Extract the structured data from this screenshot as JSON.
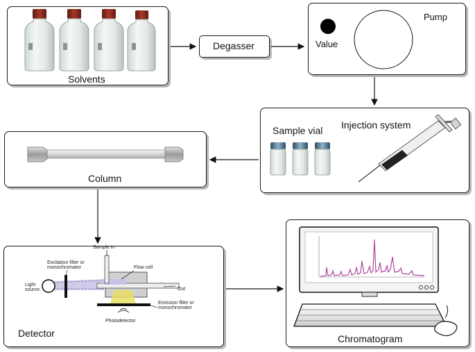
{
  "solvents": {
    "label": "Solvents"
  },
  "degasser": {
    "label": "Degasser"
  },
  "pump": {
    "label": "Pump",
    "value_label": "Value"
  },
  "injection": {
    "title": "Injection system",
    "vial_label": "Sample vial"
  },
  "column": {
    "label": "Column"
  },
  "detector": {
    "label": "Detector",
    "sample_in": "Sample in",
    "flow_cell": "Flow cell",
    "excitation": "Excitation filter or monochromator",
    "light_source": "Light source",
    "out": "Out",
    "emission": "Emission filter or monochromator",
    "photodetector": "Photodetector"
  },
  "chromatogram": {
    "label": "Chromatogram"
  },
  "colors": {
    "border": "#1a1a1a",
    "shadow": "#b7b7b7",
    "peak": "#b1449c",
    "cap": "#8b2a1e"
  }
}
